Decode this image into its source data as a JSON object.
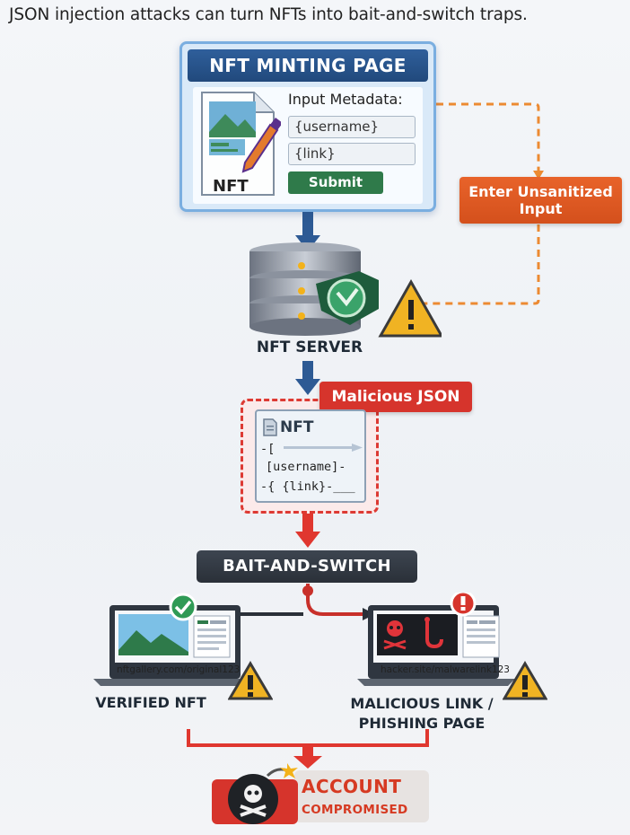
{
  "caption": "JSON injection attacks can turn NFTs into bait-and-switch traps.",
  "minting_page": {
    "title": "NFT MINTING PAGE",
    "metadata_label": "Input Metadata:",
    "username_field": "{username}",
    "link_field": "{link}",
    "submit_label": "Submit",
    "nft_card_label": "NFT"
  },
  "unsanitized_label": "Enter Unsanitized Input",
  "server_label": "NFT SERVER",
  "malicious_json": {
    "label": "Malicious JSON",
    "doc_title": "NFT",
    "line1": "-[",
    "line2": "[username]-",
    "line3": "-{ {link}-___"
  },
  "bait_switch_label": "BAIT-AND-SWITCH",
  "verified": {
    "url": "nftgallery.com/original123",
    "label": "VERIFIED NFT"
  },
  "malicious": {
    "url": "hacker.site/malwarelink123",
    "label_line1": "MALICIOUS LINK /",
    "label_line2": "PHISHING PAGE"
  },
  "outcome": {
    "title": "ACCOUNT",
    "subtitle": "COMPROMISED"
  },
  "colors": {
    "blue_arrow": "#2d5a94",
    "red_accent": "#d6342c",
    "orange_accent": "#e8632a",
    "dashed_orange": "#ec8a32"
  }
}
